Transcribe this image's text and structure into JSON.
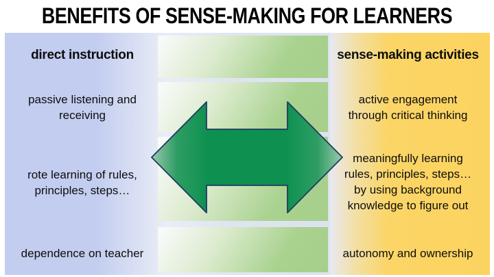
{
  "title": "BENEFITS OF SENSE-MAKING FOR LEARNERS",
  "left_column": {
    "header": "direct instruction",
    "items": [
      "passive listening and\nreceiving",
      "rote learning of rules,\nprinciples, steps…",
      "dependence on teacher"
    ]
  },
  "right_column": {
    "header": "sense-making activities",
    "items": [
      "active engagement\nthrough critical thinking",
      "meaningfully learning\nrules, principles, steps…\nby using background\nknowledge to figure out",
      "autonomy and ownership"
    ]
  },
  "arrow": {
    "icon": "bidirectional-arrow",
    "direction": "horizontal"
  },
  "colors": {
    "left_panel_blue": "#c3cdf0",
    "middle_band_green": "#a9d28f",
    "right_panel_yellow": "#fbd567",
    "arrow_fill_green": "#0d9050",
    "arrow_tip_green": "#9ccaae",
    "arrow_outline_navy": "#1f3a5f",
    "title_text": "#000000",
    "body_text": "#0d0d0d"
  }
}
